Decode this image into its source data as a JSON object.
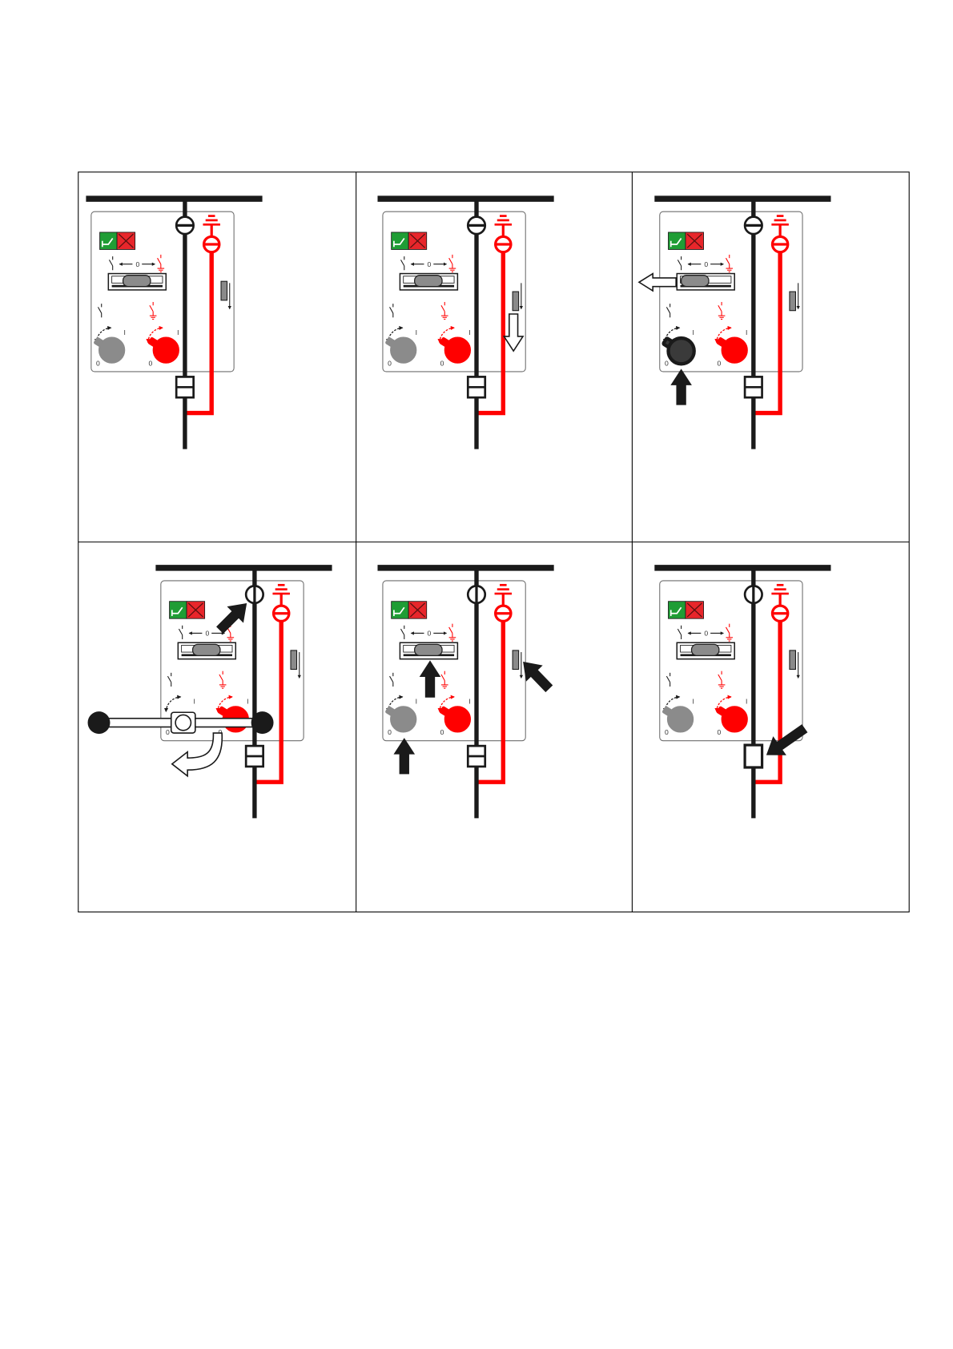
{
  "colors": {
    "line": "#1a1a1a",
    "earthing": "#ff0000",
    "panel_border": "#6e6e6e",
    "state_green": "#1f9d35",
    "state_red": "#e8262b",
    "knob_gray": "#8b8b8b",
    "knob_black": "#3a3a3a",
    "label": "#333333",
    "grid": "#000000"
  },
  "labels": {
    "slider_neutral": "0",
    "knob_on": "I",
    "knob_off": "0"
  },
  "steps": [
    {
      "disconnector_icon": "circle-horizontal-bar",
      "breaker_icon": "breaker-closed",
      "slider_icon": "handle-center",
      "left_knob_icon": "knob-gray",
      "indicator_icon": "indicator-up",
      "arrow_icons": []
    },
    {
      "disconnector_icon": "circle-horizontal-bar",
      "breaker_icon": "breaker-closed",
      "slider_icon": "handle-center",
      "left_knob_icon": "knob-gray",
      "indicator_icon": "indicator-down",
      "arrow_icons": [
        "hollow-down-arrow-on-indicator"
      ]
    },
    {
      "disconnector_icon": "circle-horizontal-bar",
      "breaker_icon": "breaker-closed",
      "slider_icon": "handle-left",
      "left_knob_icon": "knob-black",
      "indicator_icon": "indicator-down",
      "arrow_icons": [
        "hollow-left-arrow-on-slider",
        "black-up-arrow-under-left-knob"
      ]
    },
    {
      "disconnector_icon": "circle-vertical-bar",
      "breaker_icon": "breaker-closed",
      "slider_icon": "handle-center",
      "left_knob_icon": "lever-handle",
      "indicator_icon": "indicator-up",
      "arrow_icons": [
        "black-arrow-to-disconnector",
        "hollow-curved-arrow-lever-rotation"
      ]
    },
    {
      "disconnector_icon": "circle-vertical-bar",
      "breaker_icon": "breaker-closed",
      "slider_icon": "handle-center",
      "left_knob_icon": "knob-gray",
      "indicator_icon": "indicator-up",
      "arrow_icons": [
        "black-up-arrow-on-slider",
        "black-arrow-to-indicator",
        "black-up-arrow-under-left-knob"
      ]
    },
    {
      "disconnector_icon": "circle-vertical-bar",
      "breaker_icon": "breaker-open",
      "slider_icon": "handle-center",
      "left_knob_icon": "knob-gray",
      "indicator_icon": "indicator-up",
      "arrow_icons": [
        "black-arrow-to-breaker"
      ]
    }
  ]
}
